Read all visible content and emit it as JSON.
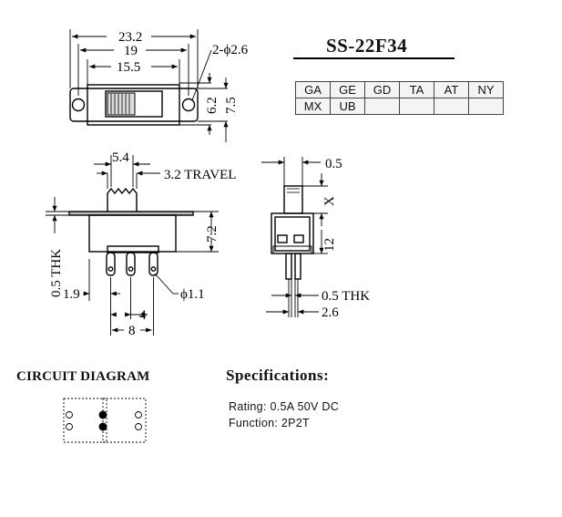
{
  "model": {
    "name": "SS-22F34"
  },
  "plating_codes": [
    [
      "GA",
      "GE",
      "GD",
      "TA",
      "AT",
      "NY"
    ],
    [
      "MX",
      "UB",
      "",
      "",
      "",
      ""
    ]
  ],
  "top_view": {
    "overall_width": "23.2",
    "mount_pitch": "19",
    "slot_width": "15.5",
    "hole_label": "2-ϕ2.6",
    "height_inner": "6.2",
    "height_outer": "7.5"
  },
  "side_view": {
    "knob_width": "5.4",
    "travel": "3.2  TRAVEL",
    "height": "7.2",
    "plate_thickness": "0.5  THK",
    "pin_offset": "1.9",
    "pin_pitch": "4",
    "pin_span": "8",
    "pin_diameter": "ϕ1.1"
  },
  "end_view": {
    "top_partial": "0.5",
    "knob_height": "X",
    "body_height": "12",
    "plate_thickness": "0.5  THK",
    "pin_pitch": "2.6"
  },
  "circuit": {
    "title": "CIRCUIT DIAGRAM"
  },
  "specifications": {
    "title": "Specifications:",
    "rating": "Rating: 0.5A 50V DC",
    "function": "Function: 2P2T"
  }
}
